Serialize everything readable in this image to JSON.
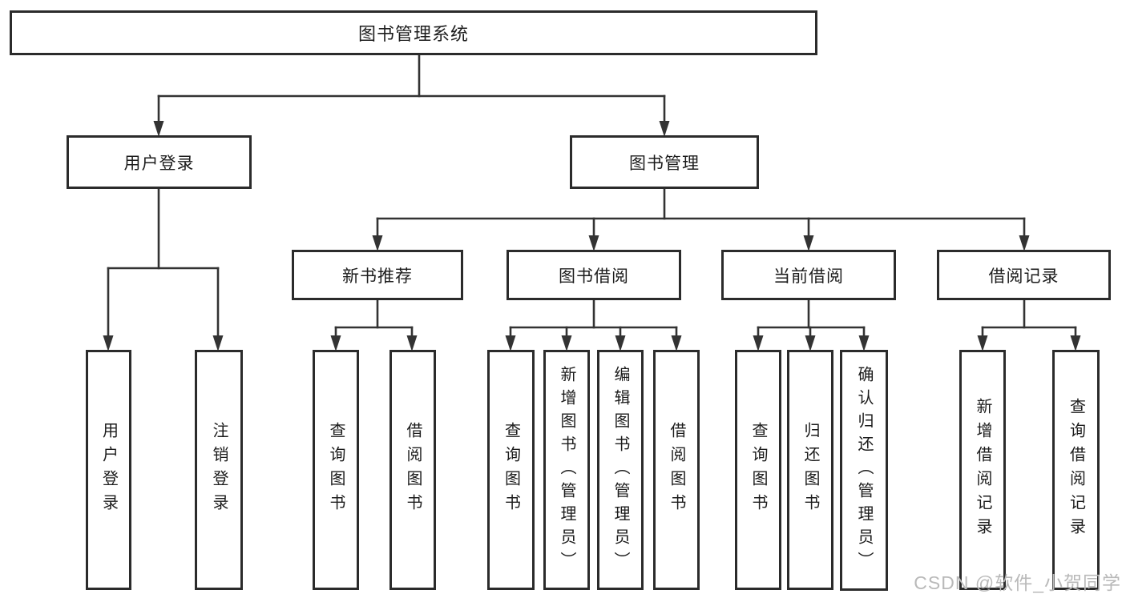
{
  "tree": {
    "label": "图书管理系统",
    "children": [
      {
        "label": "用户登录",
        "children": [
          {
            "label": "用户登录"
          },
          {
            "label": "注销登录"
          }
        ]
      },
      {
        "label": "图书管理",
        "children": [
          {
            "label": "新书推荐",
            "children": [
              {
                "label": "查询图书"
              },
              {
                "label": "借阅图书"
              }
            ]
          },
          {
            "label": "图书借阅",
            "children": [
              {
                "label": "查询图书"
              },
              {
                "label": "新增图书（管理员）"
              },
              {
                "label": "编辑图书（管理员）"
              },
              {
                "label": "借阅图书"
              }
            ]
          },
          {
            "label": "当前借阅",
            "children": [
              {
                "label": "查询图书"
              },
              {
                "label": "归还图书"
              },
              {
                "label": "确认归还（管理员）"
              }
            ]
          },
          {
            "label": "借阅记录",
            "children": [
              {
                "label": "新增借阅记录"
              },
              {
                "label": "查询借阅记录"
              }
            ]
          }
        ]
      }
    ]
  },
  "watermark": "CSDN @软件_小贺同学",
  "colors": {
    "line": "#333333",
    "border": "#2b2b2b",
    "text": "#1c1c1c",
    "watermark": "#b9b9b9",
    "bg": "#ffffff"
  }
}
